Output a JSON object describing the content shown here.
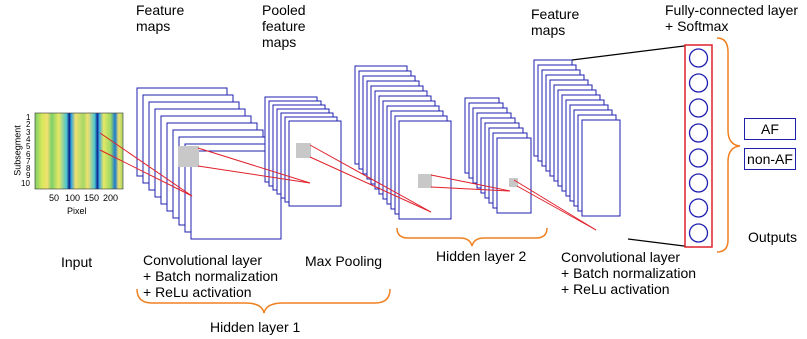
{
  "headers": {
    "feature_maps_1": [
      "Feature",
      "maps"
    ],
    "pooled_maps": [
      "Pooled",
      "feature",
      "maps"
    ],
    "feature_maps_2": [
      "Feature",
      "maps"
    ],
    "fc_layer": [
      "Fully-connected layer",
      "+ Softmax"
    ]
  },
  "input": {
    "label": "Input",
    "y_axis_label": "Subsegment",
    "y_ticks": [
      "1",
      "2",
      "3",
      "4",
      "5",
      "6",
      "7",
      "8",
      "9",
      "10"
    ],
    "x_ticks": [
      "50",
      "100",
      "150",
      "200"
    ],
    "x_axis_label": "Pixel"
  },
  "conv1": {
    "lines": [
      "Convolutional layer",
      "+ Batch normalization",
      "+ ReLu activation"
    ]
  },
  "pool": {
    "label": "Max Pooling"
  },
  "hidden1": {
    "label": "Hidden layer 1"
  },
  "hidden2": {
    "label": "Hidden layer 2"
  },
  "conv2": {
    "lines": [
      "Convolutional layer",
      "+ Batch normalization",
      "+ ReLu activation"
    ]
  },
  "outputs": {
    "label": "Outputs",
    "classes": [
      "AF",
      "non-AF"
    ]
  },
  "colors": {
    "map_border": "#1f1fb0",
    "connection": "#e0202a",
    "bracket": "#f08020",
    "kernel": "#c8c8c8"
  }
}
